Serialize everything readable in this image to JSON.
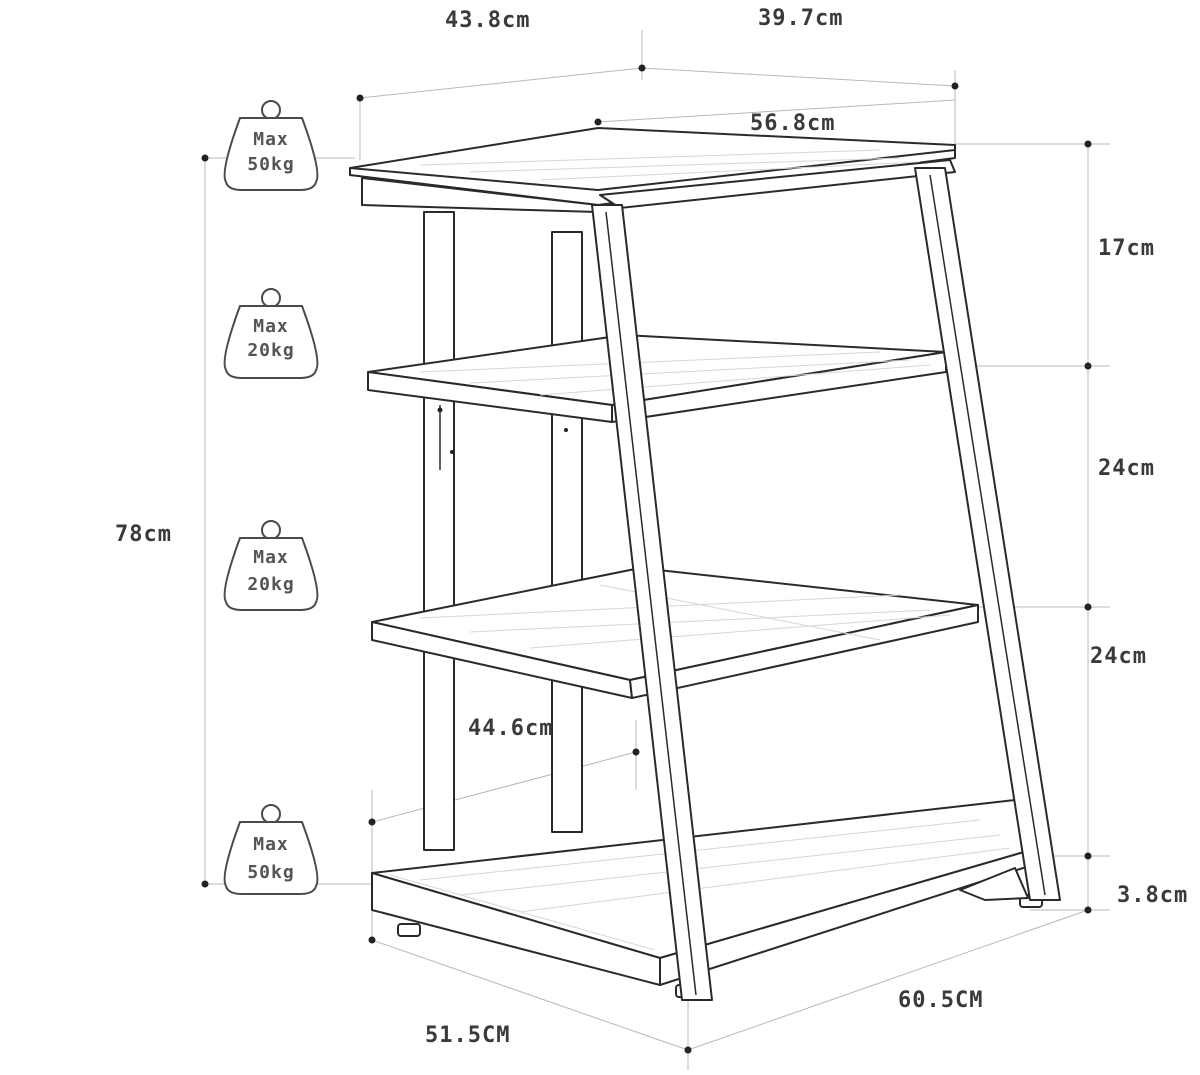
{
  "colors": {
    "line": "#2a2a2a",
    "dimension_text": "#3a3a3a",
    "weight_text": "#555555"
  },
  "dimensions": {
    "top_depth": "43.8cm",
    "top_width": "39.7cm",
    "top_diagonal": "56.8cm",
    "total_height": "78cm",
    "gap_1": "17cm",
    "gap_2": "24cm",
    "gap_3": "24cm",
    "leg_height": "3.8cm",
    "inner_width": "44.6cm",
    "base_depth": "51.5CM",
    "base_width": "60.5CM"
  },
  "weight_limits": [
    {
      "line1": "Max",
      "line2": "50kg"
    },
    {
      "line1": "Max",
      "line2": "20kg"
    },
    {
      "line1": "Max",
      "line2": "20kg"
    },
    {
      "line1": "Max",
      "line2": "50kg"
    }
  ]
}
